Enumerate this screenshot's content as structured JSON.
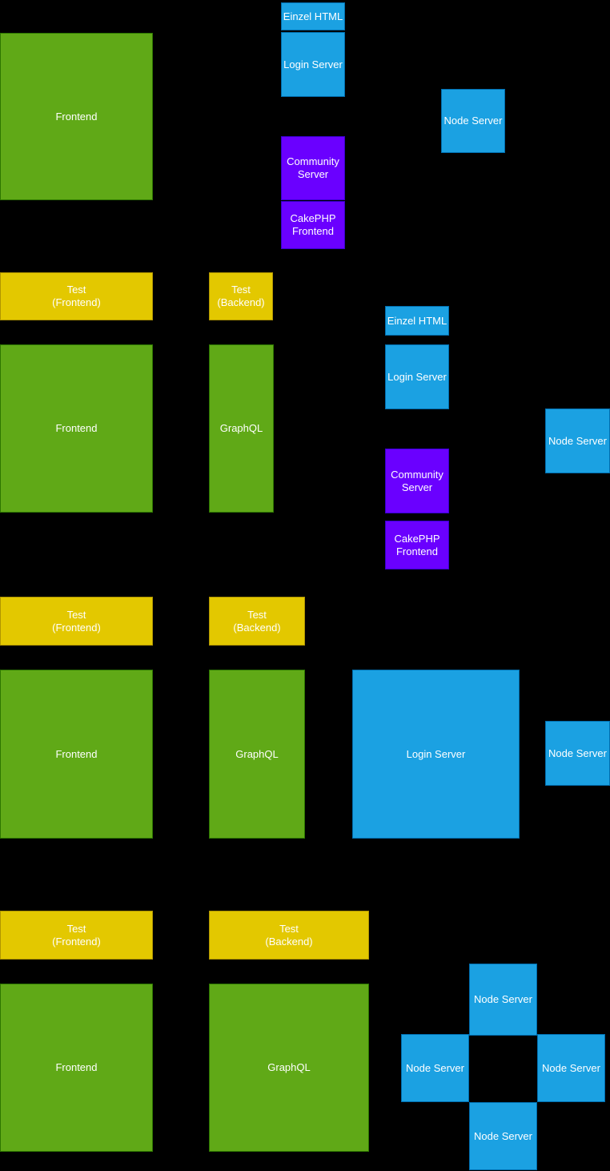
{
  "diagram": {
    "type": "architecture-scaling-diagram",
    "background": "#000000",
    "palette": {
      "frontend_green": "#60A917",
      "server_blue": "#1BA1E2",
      "community_purple": "#6A00FF",
      "test_yellow": "#E3C800",
      "label_text": "#FFFFFF"
    }
  },
  "nodes": [
    {
      "label": "Frontend",
      "color": "green"
    },
    {
      "label": "Einzel HTML",
      "color": "blue"
    },
    {
      "label": "Login Server",
      "color": "blue"
    },
    {
      "label": "Node Server",
      "color": "blue"
    },
    {
      "label": "Community\nServer",
      "color": "purple"
    },
    {
      "label": "CakePHP\nFrontend",
      "color": "purple"
    },
    {
      "label": "Test\n(Frontend)",
      "color": "yellow"
    },
    {
      "label": "Test\n(Backend)",
      "color": "yellow"
    },
    {
      "label": "Frontend",
      "color": "green"
    },
    {
      "label": "GraphQL",
      "color": "green"
    },
    {
      "label": "Einzel HTML",
      "color": "blue"
    },
    {
      "label": "Login Server",
      "color": "blue"
    },
    {
      "label": "Node Server",
      "color": "blue"
    },
    {
      "label": "Community\nServer",
      "color": "purple"
    },
    {
      "label": "CakePHP\nFrontend",
      "color": "purple"
    },
    {
      "label": "Test\n(Frontend)",
      "color": "yellow"
    },
    {
      "label": "Test\n(Backend)",
      "color": "yellow"
    },
    {
      "label": "Frontend",
      "color": "green"
    },
    {
      "label": "GraphQL",
      "color": "green"
    },
    {
      "label": "Login Server",
      "color": "blue"
    },
    {
      "label": "Node Server",
      "color": "blue"
    },
    {
      "label": "Test\n(Frontend)",
      "color": "yellow"
    },
    {
      "label": "Test\n(Backend)",
      "color": "yellow"
    },
    {
      "label": "Frontend",
      "color": "green"
    },
    {
      "label": "GraphQL",
      "color": "green"
    },
    {
      "label": "Node Server",
      "color": "blue"
    },
    {
      "label": "Node Server",
      "color": "blue"
    },
    {
      "label": "Node Server",
      "color": "blue"
    },
    {
      "label": "Node Server",
      "color": "blue"
    }
  ]
}
